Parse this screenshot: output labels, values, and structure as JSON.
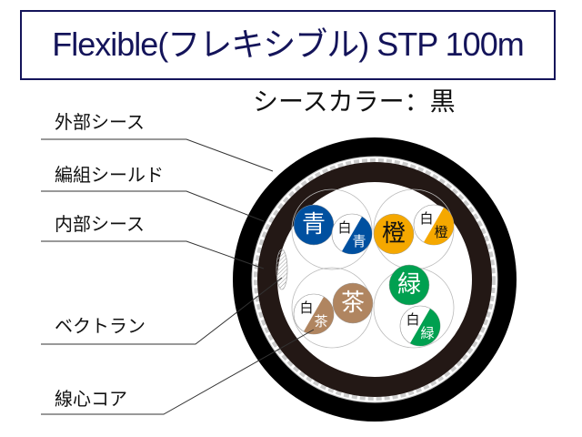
{
  "title": "Flexible(フレキシブル) STP 100m",
  "sheath_color": "シースカラー：黒",
  "labels": {
    "outer_sheath": "外部シース",
    "braid_shield": "編組シールド",
    "inner_sheath": "内部シース",
    "vectran": "ベクトラン",
    "core": "線心コア"
  },
  "pairs": [
    {
      "color_label": "青",
      "stripe_label": "青",
      "white_label": "白",
      "color": "#0050a0"
    },
    {
      "color_label": "橙",
      "stripe_label": "橙",
      "white_label": "白",
      "color": "#f5a800"
    },
    {
      "color_label": "茶",
      "stripe_label": "茶",
      "white_label": "白",
      "color": "#b08560"
    },
    {
      "color_label": "緑",
      "stripe_label": "緑",
      "white_label": "白",
      "color": "#00a050"
    }
  ],
  "colors": {
    "title": "#14145a",
    "outer_sheath": "#000000",
    "inner_sheath": "#231815"
  }
}
